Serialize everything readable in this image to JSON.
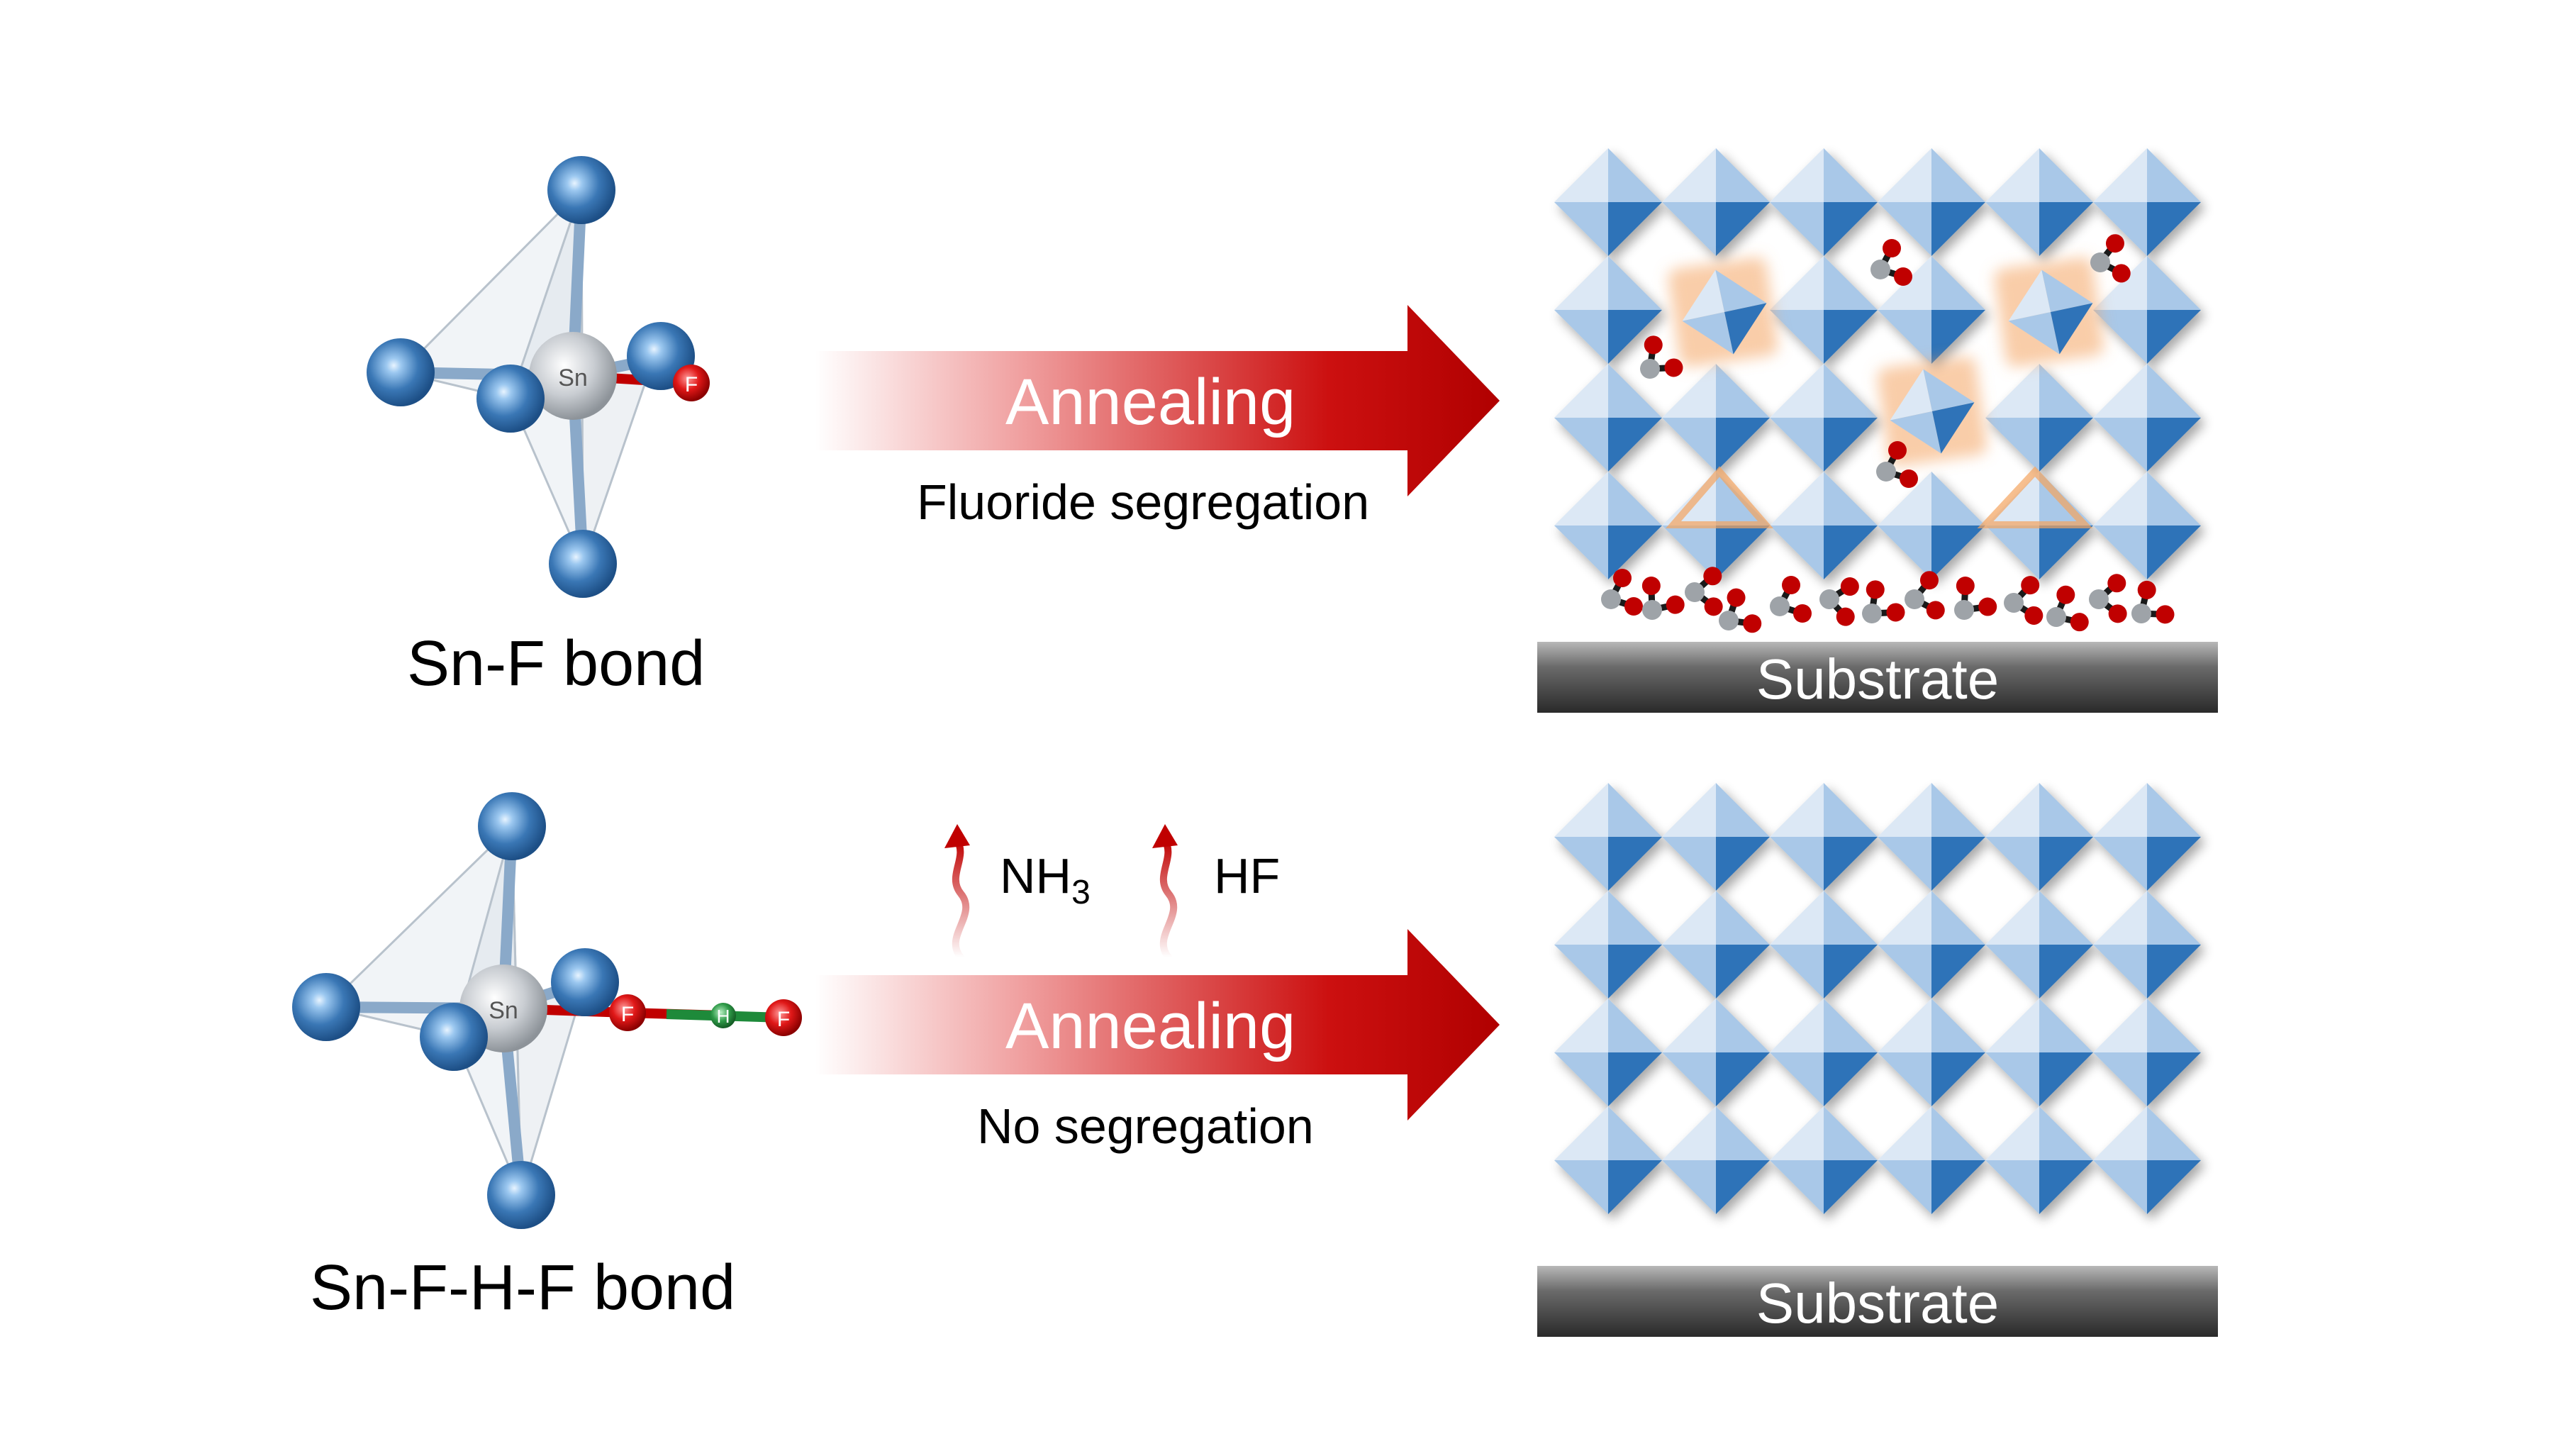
{
  "top": {
    "bond_label": "Sn-F bond",
    "atom_center": "Sn",
    "atom_f": "F",
    "arrow_label": "Annealing",
    "arrow_caption": "Fluoride segregation",
    "substrate": "Substrate"
  },
  "bottom": {
    "bond_label": "Sn-F-H-F bond",
    "atom_center": "Sn",
    "atom_f1": "F",
    "atom_h": "H",
    "atom_f2": "F",
    "gas1": "NH",
    "gas1_sub": "3",
    "gas2": "HF",
    "arrow_label": "Annealing",
    "arrow_caption": "No segregation",
    "substrate": "Substrate"
  },
  "colors": {
    "arrow_red": "#c00000",
    "octa_light": "#cfe0f3",
    "octa_mid": "#9dc0e6",
    "octa_dark": "#2e75b6",
    "atom_blue": "#2e6aa8",
    "atom_red": "#c00000",
    "atom_grey": "#a0a4a8",
    "highlight": "#f4a460"
  }
}
